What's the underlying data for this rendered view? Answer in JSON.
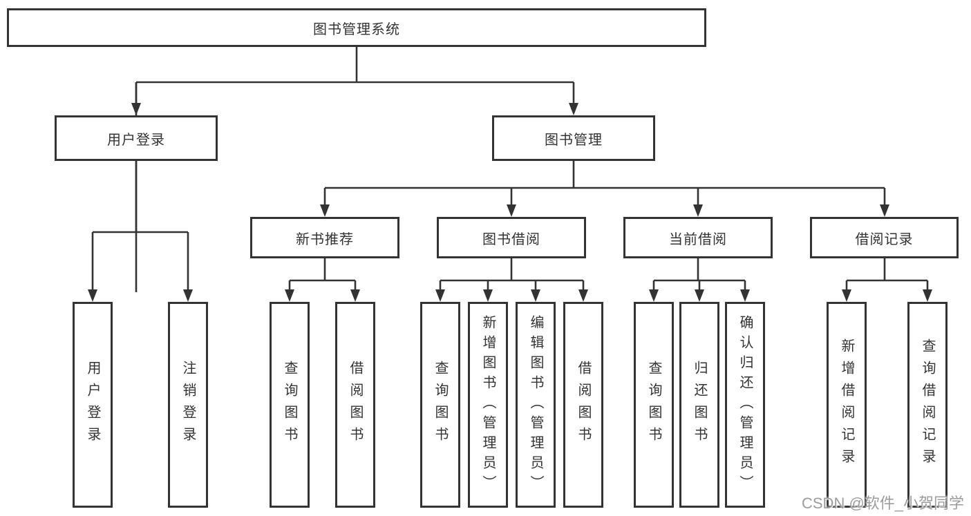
{
  "diagram": {
    "root": {
      "label": "图书管理系统"
    },
    "branches": [
      {
        "label": "用户登录",
        "children": [
          {
            "label": "用户登录"
          },
          {
            "label": "注销登录"
          }
        ]
      },
      {
        "label": "图书管理",
        "children": [
          {
            "label": "新书推荐",
            "children": [
              {
                "label": "查询图书"
              },
              {
                "label": "借阅图书"
              }
            ]
          },
          {
            "label": "图书借阅",
            "children": [
              {
                "label": "查询图书"
              },
              {
                "label": "新增图书（管理员）"
              },
              {
                "label": "编辑图书（管理员）"
              },
              {
                "label": "借阅图书"
              }
            ]
          },
          {
            "label": "当前借阅",
            "children": [
              {
                "label": "查询图书"
              },
              {
                "label": "归还图书"
              },
              {
                "label": "确认归还（管理员）"
              }
            ]
          },
          {
            "label": "借阅记录",
            "children": [
              {
                "label": "新增借阅记录"
              },
              {
                "label": "查询借阅记录"
              }
            ]
          }
        ]
      }
    ],
    "watermark": "CSDN @软件_小贺同学",
    "colors": {
      "line": "#333333",
      "text": "#333333",
      "watermark": "#9c9c9c",
      "background": "#ffffff"
    }
  }
}
